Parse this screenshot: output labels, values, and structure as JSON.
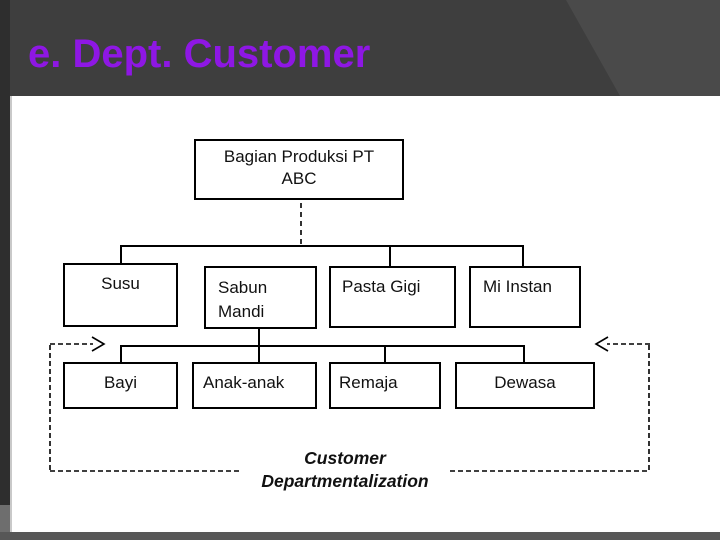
{
  "header": {
    "title": "e. Dept. Customer"
  },
  "colors": {
    "title": "#8E17E4",
    "header_bg": "#3E3E3E",
    "header_accent": "#4A4A4A",
    "left_strip": "#2E2E2E",
    "left_strip_lower": "#6E6E6E",
    "bottom_bar": "#575757",
    "line": "#000000"
  },
  "org_chart": {
    "root": {
      "lines": [
        "Bagian Produksi PT",
        "ABC"
      ]
    },
    "products": [
      {
        "lines": [
          "Susu"
        ]
      },
      {
        "lines": [
          "Sabun",
          "Mandi"
        ]
      },
      {
        "lines": [
          "Pasta Gigi"
        ]
      },
      {
        "lines": [
          "Mi Instan"
        ]
      }
    ],
    "customers": [
      {
        "lines": [
          "Bayi"
        ]
      },
      {
        "lines": [
          "Anak-anak"
        ]
      },
      {
        "lines": [
          "Remaja"
        ]
      },
      {
        "lines": [
          "Dewasa"
        ]
      }
    ],
    "caption": {
      "lines": [
        "Customer",
        "Departmentalization"
      ]
    }
  }
}
